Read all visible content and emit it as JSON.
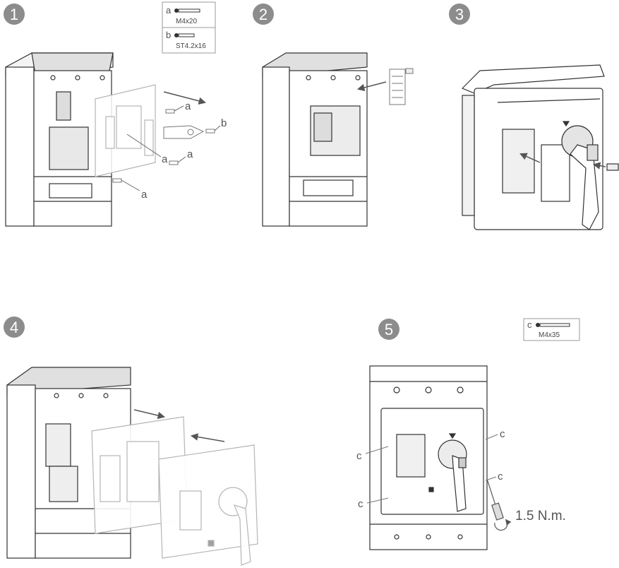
{
  "steps": [
    {
      "number": "1"
    },
    {
      "number": "2"
    },
    {
      "number": "3"
    },
    {
      "number": "4"
    },
    {
      "number": "5"
    }
  ],
  "screw_specs": {
    "a": {
      "letter": "a",
      "size": "M4x20"
    },
    "b": {
      "letter": "b",
      "size": "ST4.2x16"
    },
    "c": {
      "letter": "c",
      "size": "M4x35"
    }
  },
  "callouts": {
    "a": "a",
    "b": "b",
    "c": "c"
  },
  "torque": "1.5 N.m.",
  "colors": {
    "step_badge": "#8c8c8c",
    "line": "#333333",
    "ghost_line": "#b5b5b5",
    "arrow": "#555555"
  }
}
